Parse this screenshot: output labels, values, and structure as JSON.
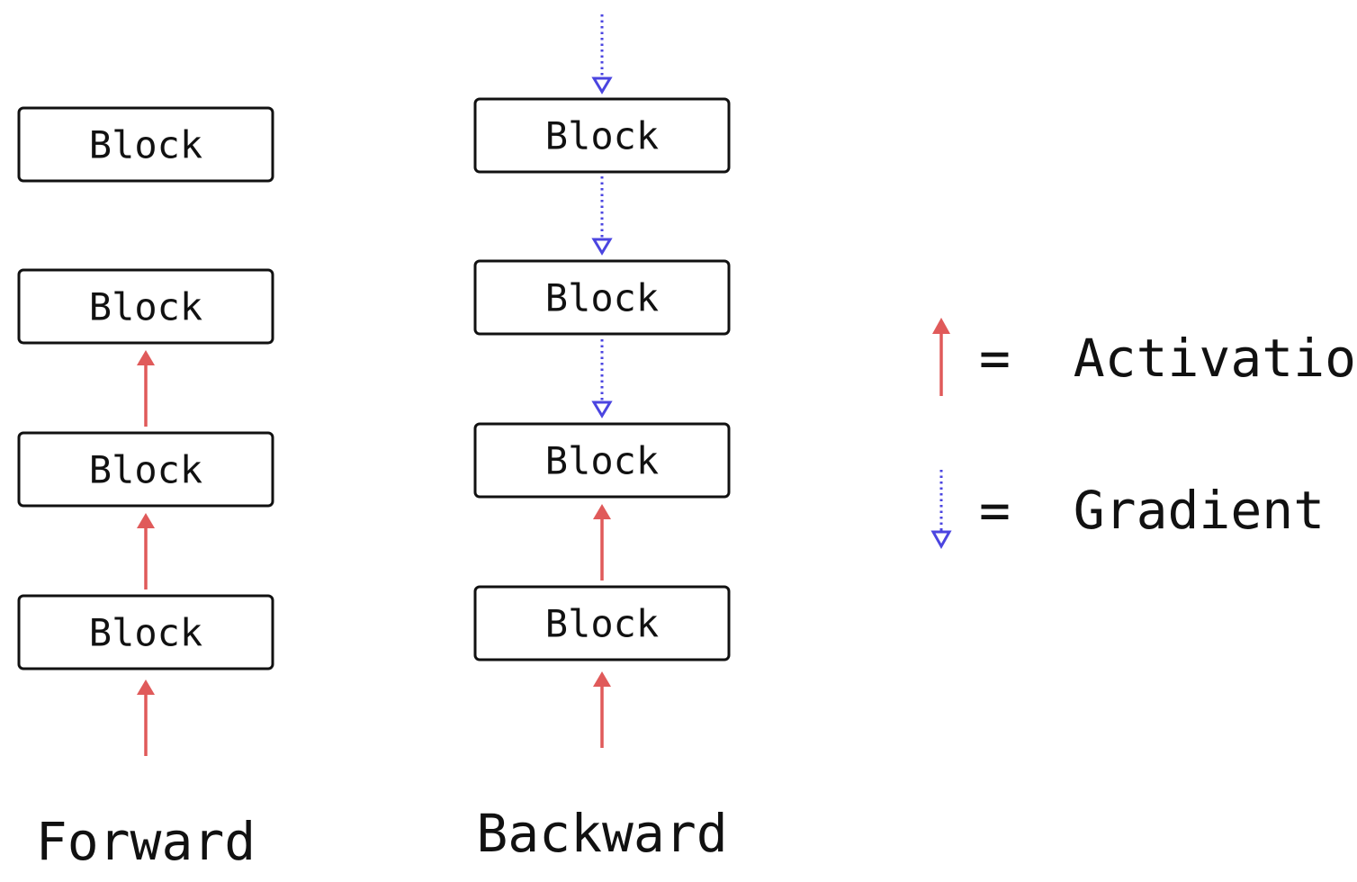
{
  "forward": {
    "title": "Forward",
    "blocks": [
      "Block",
      "Block",
      "Block",
      "Block"
    ]
  },
  "backward": {
    "title": "Backward",
    "blocks": [
      "Block",
      "Block",
      "Block",
      "Block"
    ]
  },
  "legend": {
    "activation_label": "=  Activation",
    "gradient_label": "=  Gradient",
    "activation_color": "#e05a5a",
    "gradient_color": "#4b45e0"
  }
}
